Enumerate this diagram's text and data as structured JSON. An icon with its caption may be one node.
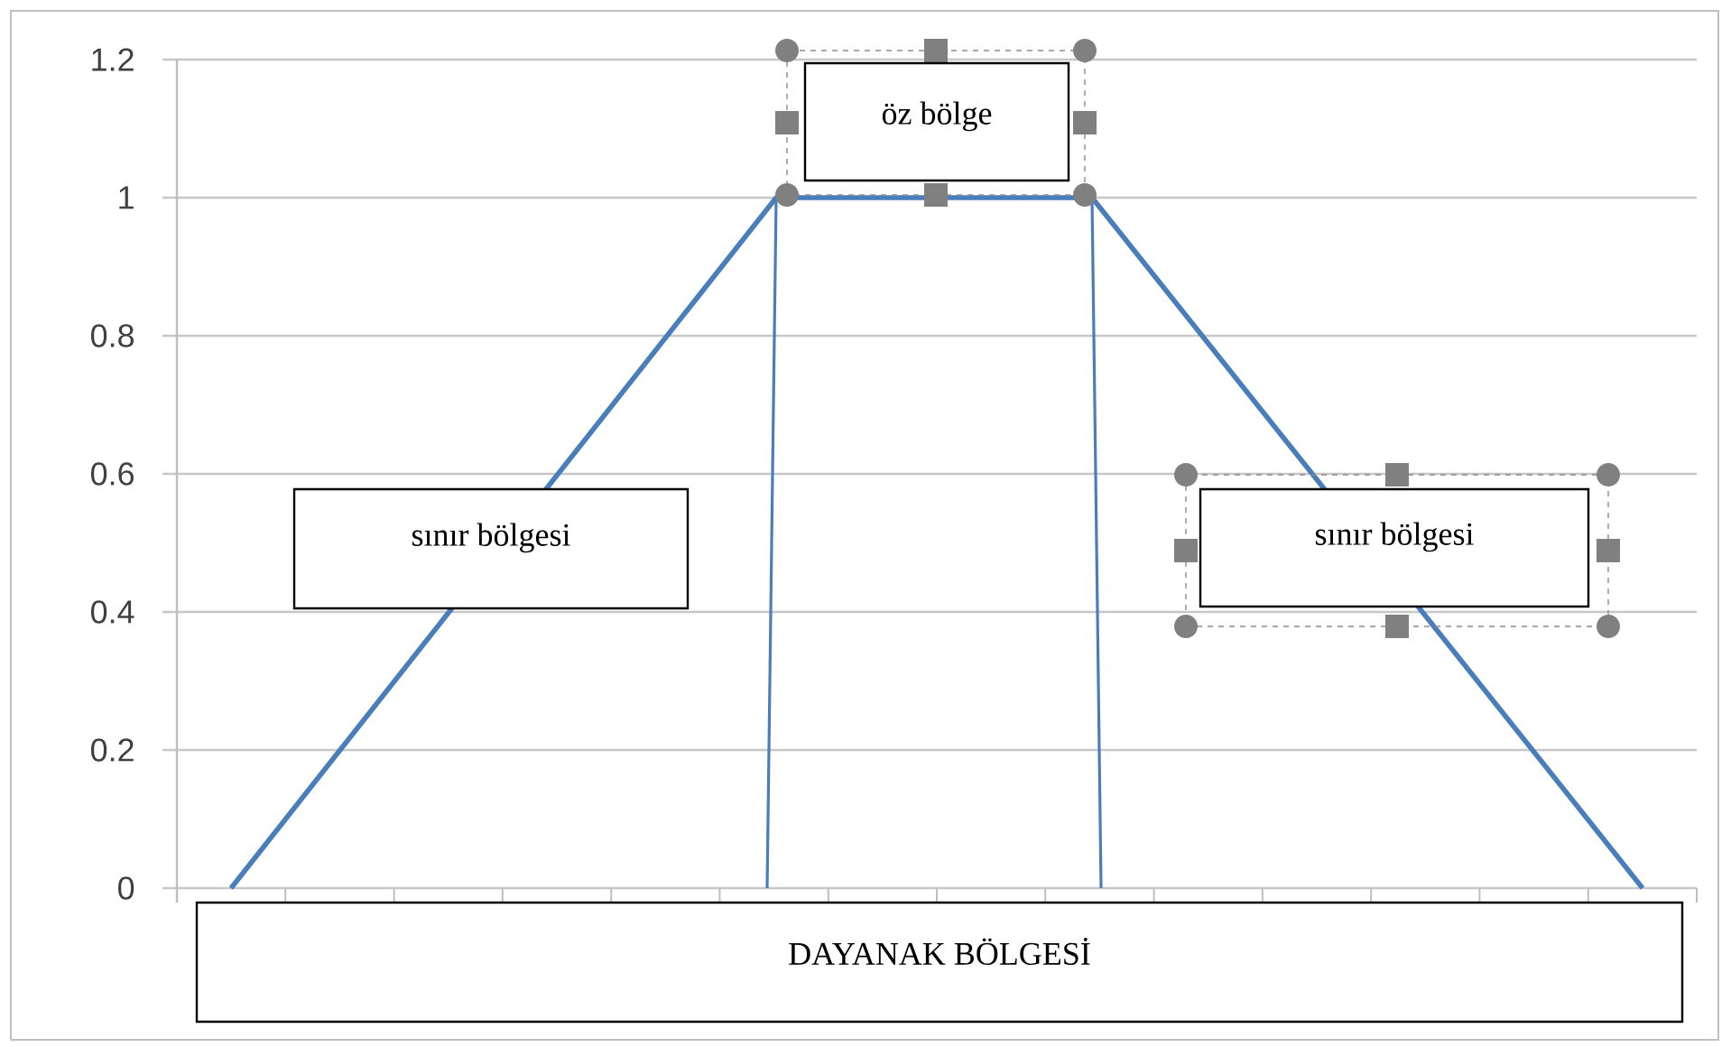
{
  "diagram": {
    "nodes": [
      {
        "text": [
          "öz bölge"
        ]
      },
      {
        "text": [
          "sınır bölgesi"
        ]
      },
      {
        "text": [
          "sınır bölgesi"
        ]
      },
      {
        "text": [
          "DAYANAK BÖLGESİ"
        ]
      }
    ],
    "labels": [
      "1.2",
      "1",
      "0.8",
      "0.6",
      "0.4",
      "0.2",
      "0"
    ]
  }
}
